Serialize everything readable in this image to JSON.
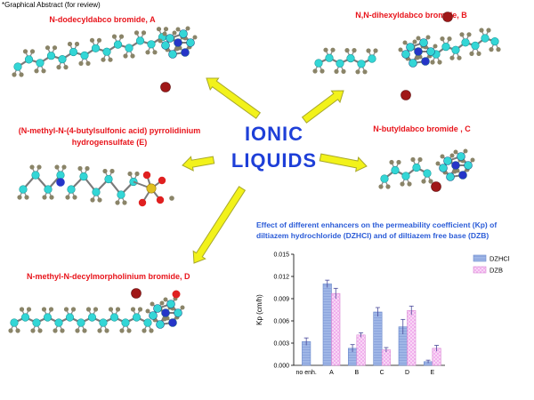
{
  "header_note": "*Graphical Abstract (for review)",
  "center_label_lines": [
    "IONIC",
    "LIQUIDS"
  ],
  "molecules": {
    "a": "N-dodecyldabco bromide, A",
    "b": "N,N-dihexyldabco bromide, B",
    "c": "N-butyldabco bromide , C",
    "d": "N-methyl-N-decylmorpholinium bromide, D",
    "e_line1": "(N-methyl-N-(4-butylsulfonic acid) pyrrolidinium",
    "e_line2": "hydrogensulfate  (E)"
  },
  "colors": {
    "molecule_label": "#e8141b",
    "center_label": "#1e3fd8",
    "chart_title": "#2a5bd7",
    "arrow_fill": "#f2f21a",
    "arrow_stroke": "#a8a82a",
    "carbon": "#33d6d6",
    "hydrogen": "#8a8468",
    "nitrogen": "#2535c8",
    "bromine": "#a01818",
    "oxygen": "#e02020",
    "sulfur": "#e0c020",
    "dzhcl_bar": "#9fb6e6",
    "dzb_bar": "#f0a8ec",
    "error_bar": "#4a4a9a"
  },
  "chart_data": {
    "type": "bar",
    "title_line1": "Effect of different enhancers on the permeability coefficient (Kp) of",
    "title_line2": "diltiazem hydrochloride (DZHCl) and of diltiazem free base (DZB)",
    "categories": [
      "no enh.",
      "A",
      "B",
      "C",
      "D",
      "E"
    ],
    "series": [
      {
        "name": "DZHCl",
        "values": [
          0.0032,
          0.011,
          0.0023,
          0.0072,
          0.0052,
          0.0005
        ],
        "errors": [
          0.0005,
          0.0005,
          0.0005,
          0.0006,
          0.001,
          0.0002
        ]
      },
      {
        "name": "DZB",
        "values": [
          null,
          0.0097,
          0.0041,
          0.0021,
          0.0074,
          0.0023
        ],
        "errors": [
          null,
          0.0007,
          0.0003,
          0.0003,
          0.0006,
          0.0004
        ]
      }
    ],
    "ylabel": "Kp (cm/h)",
    "ylim": [
      0,
      0.015
    ],
    "yticks": [
      "0.000",
      "0.003",
      "0.006",
      "0.009",
      "0.012",
      "0.015"
    ],
    "legend_position": "top-right",
    "grid": false
  }
}
